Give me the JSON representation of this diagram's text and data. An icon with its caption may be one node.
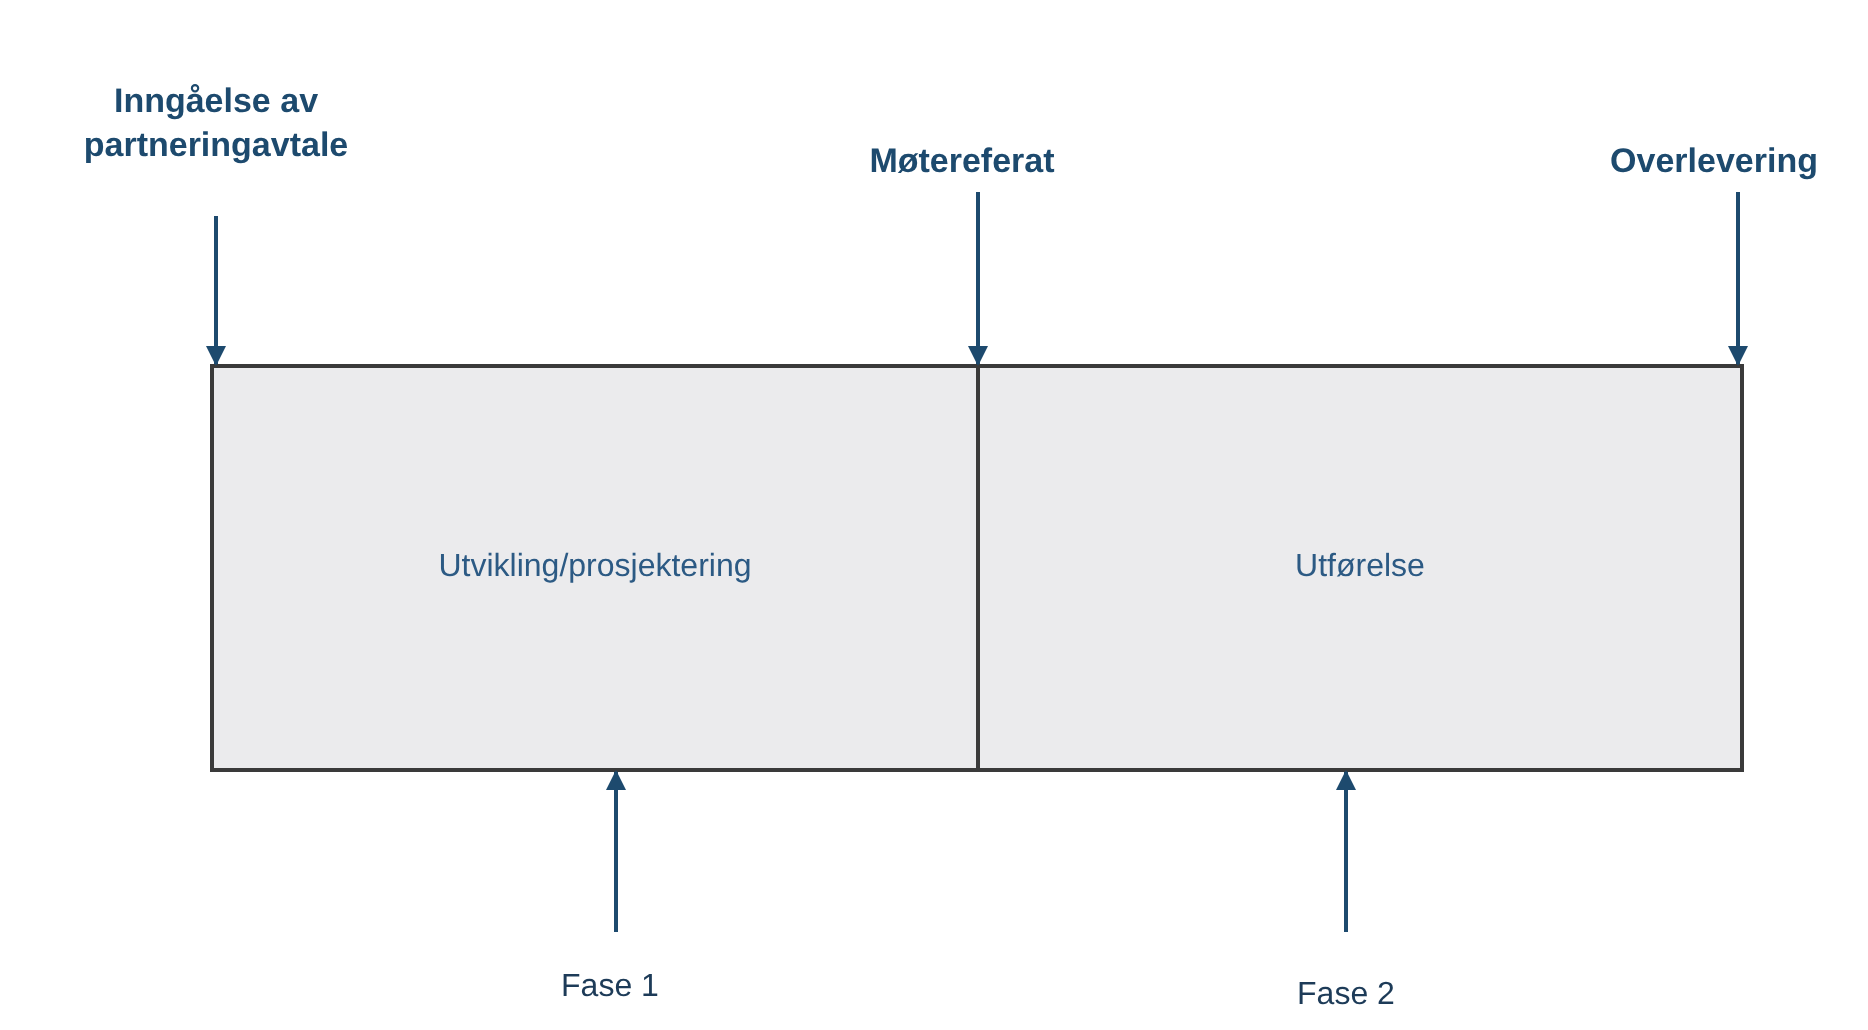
{
  "diagram": {
    "nodes": [
      {
        "text": [
          "Inngåelse av partneringavtale"
        ]
      },
      {
        "text": [
          "Møtereferat"
        ]
      },
      {
        "text": [
          "Overlevering"
        ]
      },
      {
        "text": [
          "Utvikling/prosjektering"
        ]
      },
      {
        "text": [
          "Utførelse"
        ]
      },
      {
        "text": [
          "Fase 1"
        ]
      },
      {
        "text": [
          "Fase 2"
        ]
      }
    ],
    "edges": [
      {
        "from": 0,
        "to": 3,
        "arrow": "to"
      },
      {
        "from": 1,
        "to": 4,
        "arrow": "to"
      },
      {
        "from": 2,
        "to": 4,
        "arrow": "to"
      },
      {
        "from": 5,
        "to": 3,
        "arrow": "to"
      },
      {
        "from": 6,
        "to": 4,
        "arrow": "to"
      }
    ]
  }
}
